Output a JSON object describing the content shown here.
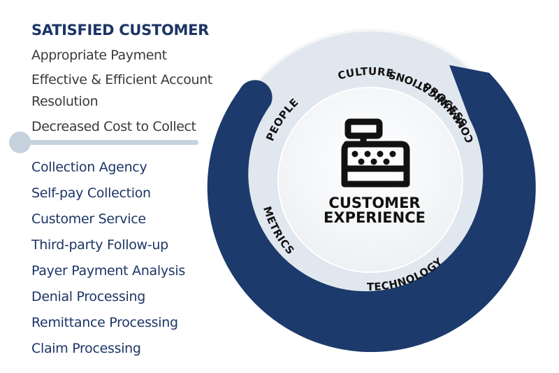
{
  "left_panel": {
    "heading": "SATISFIED CUSTOMER",
    "outcomes": [
      "Appropriate Payment",
      "Effective & Efficient Account",
      "Resolution",
      "Decreased Cost to Collect"
    ],
    "services": [
      "Collection  Agency",
      "Self-pay Collection",
      "Customer Service",
      "Third-party Follow-up",
      "Payer Payment Analysis",
      "Denial Processing",
      "Remittance Processing",
      "Claim Processing"
    ]
  },
  "wheel": {
    "center_icon": "cash-register-icon",
    "center_title_line1": "CUSTOMER",
    "center_title_line2": "EXPERIENCE",
    "ring_labels": {
      "culture": "CULTURE",
      "process": "PROCESS",
      "communications": "COMMUNICATIONS",
      "technology": "TECHNOLOGY",
      "metrics": "METRICS",
      "people": "PEOPLE"
    }
  },
  "colors": {
    "navy": "#1c3a6b",
    "light_ring": "#e1e7ee",
    "connector": "#c6d3de",
    "text_dark": "#3a3a3a"
  }
}
